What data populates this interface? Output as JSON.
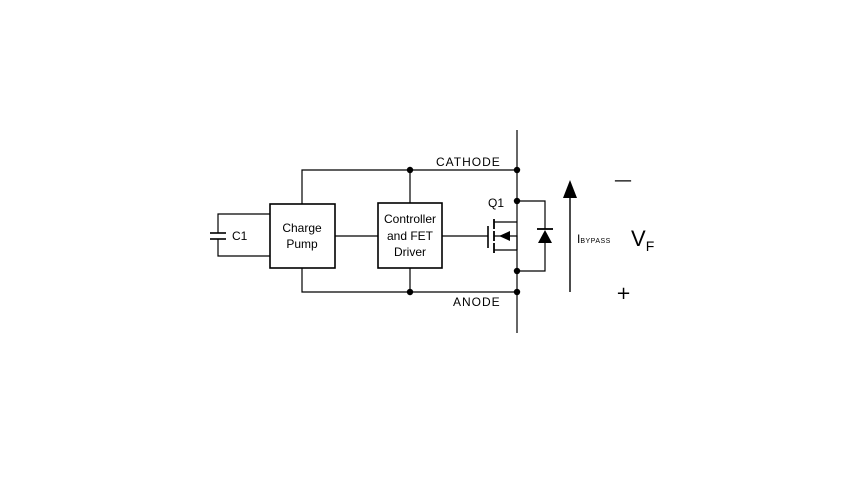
{
  "labels": {
    "cathode": "CATHODE",
    "anode": "ANODE",
    "q1": "Q1",
    "c1": "C1",
    "bypass_i": "I",
    "bypass_sub": "BYPASS",
    "vf_main": "V",
    "vf_sub": "F",
    "minus": "—",
    "plus": "+"
  },
  "blocks": {
    "charge_pump": [
      "Charge",
      "Pump"
    ],
    "controller": [
      "Controller",
      "and FET",
      "Driver"
    ]
  }
}
